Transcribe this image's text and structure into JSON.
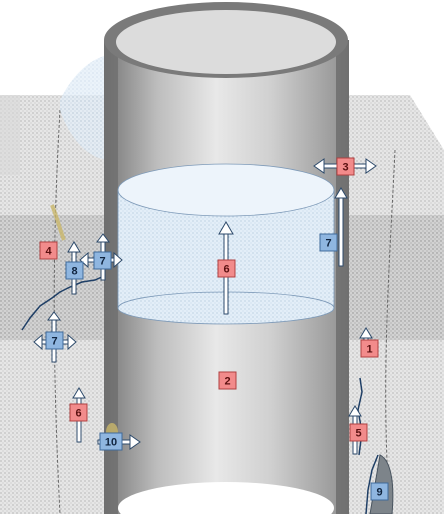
{
  "colors": {
    "red_box_fill": "#f28b8b",
    "red_box_stroke": "#b04040",
    "blue_box_fill": "#8fb6e0",
    "blue_box_stroke": "#3f6a9a",
    "red_text": "#5a1010",
    "blue_text": "#10243f",
    "arrow_fill": "#ffffff",
    "arrow_stroke": "#2d4a6b",
    "crack": "#1f3f66"
  },
  "labels": {
    "l1": "1",
    "l2": "2",
    "l3": "3",
    "l4": "4",
    "l5": "5",
    "l6_core": "6",
    "l6_left": "6",
    "l7_right": "7",
    "l7_left": "7",
    "l7_mid": "7",
    "l8": "8",
    "l9": "9",
    "l10": "10"
  }
}
